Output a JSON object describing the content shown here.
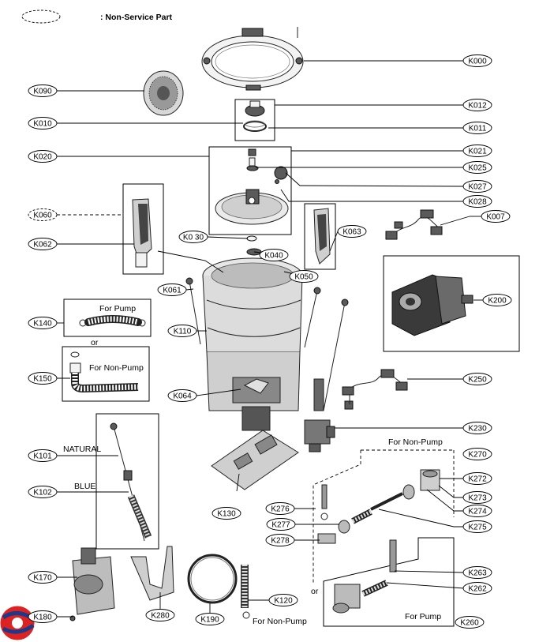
{
  "legend": {
    "text": ": Non-Service Part"
  },
  "captions": {
    "for_pump_top": "For Pump",
    "or_top": "or",
    "for_non_pump_left": "For Non-Pump",
    "natural": "NATURAL",
    "blue": "BLUE",
    "for_non_pump_right": "For Non-Pump",
    "or_bottom": "or",
    "for_pump_bottom": "For Pump",
    "for_non_pump_bottom": "For Non-Pump"
  },
  "labels": {
    "K000": "K000",
    "K012": "K012",
    "K011": "K011",
    "K021": "K021",
    "K025": "K025",
    "K027": "K027",
    "K028": "K028",
    "K007": "K007",
    "K200": "K200",
    "K250": "K250",
    "K230": "K230",
    "K270": "K270",
    "K272": "K272",
    "K273": "K273",
    "K274": "K274",
    "K275": "K275",
    "K263": "K263",
    "K262": "K262",
    "K260": "K260",
    "K090": "K090",
    "K010": "K010",
    "K020": "K020",
    "K060": "K060",
    "K062": "K062",
    "K140": "K140",
    "K150": "K150",
    "K101": "K101",
    "K102": "K102",
    "K170": "K170",
    "K180": "K180",
    "K030": "K0 30",
    "K063": "K063",
    "K040": "K040",
    "K050": "K050",
    "K061": "K061",
    "K110": "K110",
    "K064": "K064",
    "K130": "K130",
    "K280": "K280",
    "K190": "K190",
    "K120": "K120",
    "K276": "K276",
    "K277": "K277",
    "K278": "K278"
  }
}
